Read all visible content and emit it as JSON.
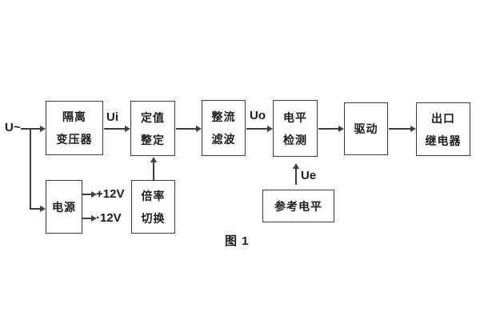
{
  "figure_caption": "图 1",
  "labels": {
    "input": "U~",
    "ui": "Ui",
    "uo": "Uo",
    "ue": "Ue",
    "rail_pos": "+12V",
    "rail_neg": "·12V"
  },
  "blocks": {
    "isolation_transformer": {
      "line1": "隔离",
      "line2": "变压器"
    },
    "setting": {
      "line1": "定值",
      "line2": "整定"
    },
    "rectifier_filter": {
      "line1": "整流",
      "line2": "滤波"
    },
    "level_detection": {
      "line1": "电平",
      "line2": "检测"
    },
    "drive": {
      "label": "驱动"
    },
    "output_relay": {
      "line1": "出口",
      "line2": "继电器"
    },
    "power_supply": {
      "label": "电源"
    },
    "ratio_switch": {
      "line1": "倍率",
      "line2": "切换"
    },
    "reference_level": {
      "label": "参考电平"
    }
  },
  "colors": {
    "line": "#3e3e3e",
    "text": "#1c1c1c",
    "background": "#ffffff"
  }
}
